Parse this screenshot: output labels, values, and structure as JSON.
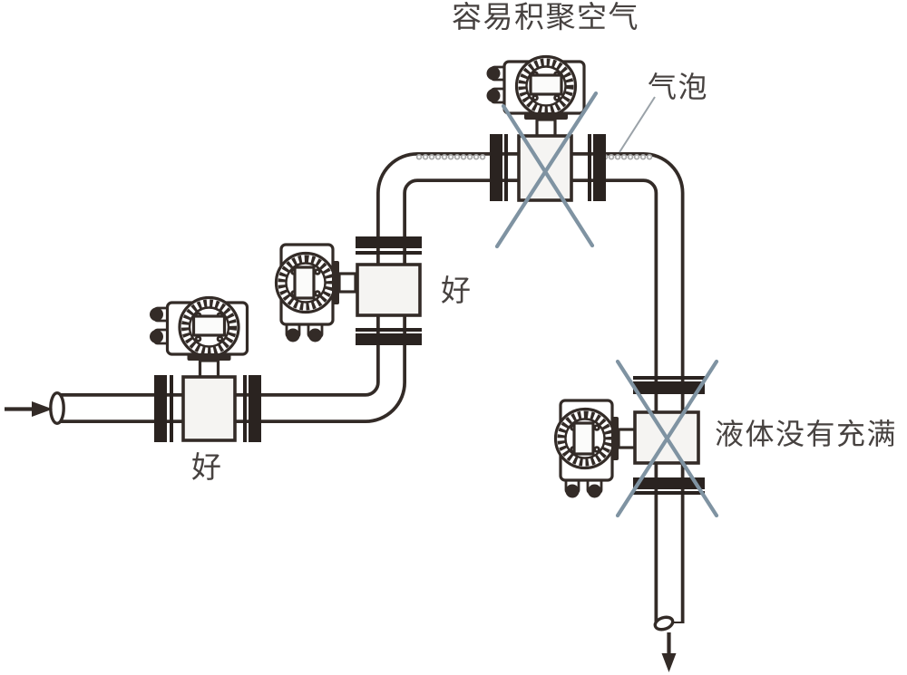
{
  "diagram": {
    "type": "flowmeter-installation-guide",
    "labels": {
      "top_warning": "容易积聚空气",
      "air_bubble": "气泡",
      "good_horizontal": "好",
      "good_vertical": "好",
      "liquid_not_full": "液体没有充满"
    },
    "icons": {
      "flow_in": "arrow-right",
      "flow_out": "arrow-down",
      "rejected_mark": "x-cross",
      "air_bubbles": "dotted-bubble-row",
      "flowmeter": "magnetic-flowmeter-with-transmitter-head"
    },
    "meters": [
      {
        "id": "meter-horizontal-inlet",
        "orientation": "horizontal",
        "status": "good",
        "label": "好"
      },
      {
        "id": "meter-vertical-riser",
        "orientation": "vertical-up",
        "status": "good",
        "label": "好"
      },
      {
        "id": "meter-top-horizontal",
        "orientation": "horizontal-high-point",
        "status": "bad",
        "label": "容易积聚空气"
      },
      {
        "id": "meter-vertical-drop",
        "orientation": "vertical-down",
        "status": "bad",
        "label": "液体没有充满"
      }
    ],
    "colors": {
      "pipe_line": "#332b27",
      "meter_fill": "#f5f4f2",
      "flange_fill": "#2a2320",
      "cross_mark": "#7f93a2",
      "bubble": "#a8a8a8",
      "leader_line": "#9aa2a8",
      "label_text": "#474240",
      "background": "#ffffff"
    }
  }
}
